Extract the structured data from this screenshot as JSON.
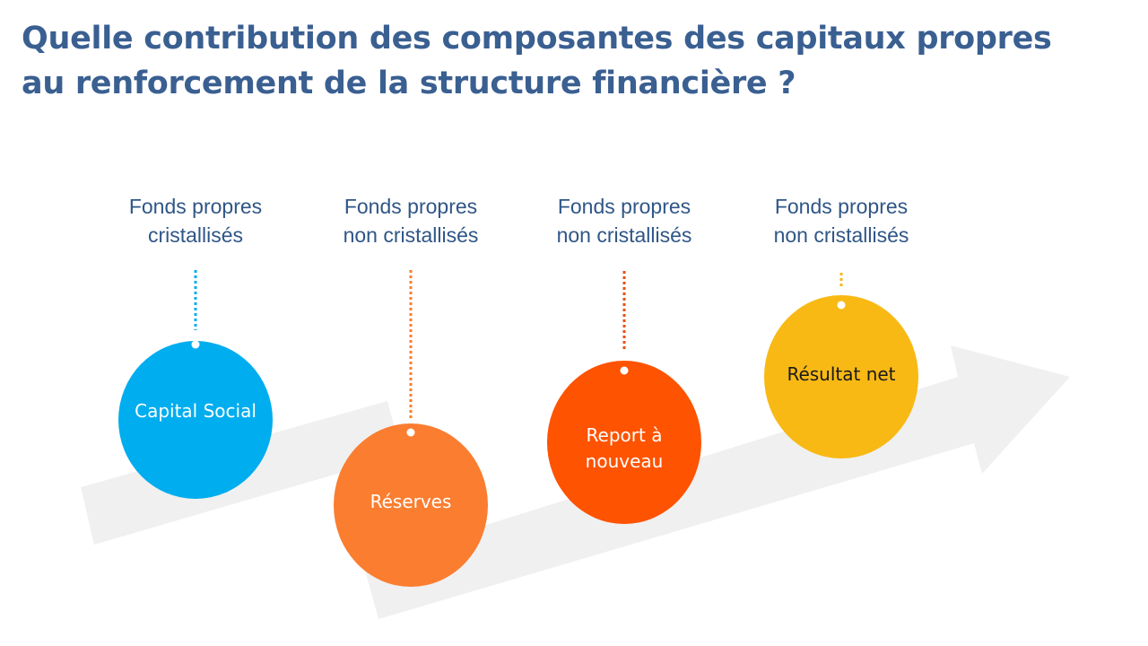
{
  "title": {
    "line1": "Quelle contribution des composantes des capitaux propres",
    "line2": "au renforcement de la structure financière ?"
  },
  "components": [
    {
      "category_line1": "Fonds propres",
      "category_line2": "cristallisés",
      "name_line1": "Capital Social",
      "name_line2": "",
      "color": "#00adef",
      "text_color": "#ffffff"
    },
    {
      "category_line1": "Fonds propres",
      "category_line2": "non cristallisés",
      "name_line1": "Réserves",
      "name_line2": "",
      "color": "#fb7d30",
      "text_color": "#ffffff"
    },
    {
      "category_line1": "Fonds propres",
      "category_line2": "non cristallisés",
      "name_line1": "Report à",
      "name_line2": "nouveau",
      "color": "#fe5300",
      "text_color": "#ffffff"
    },
    {
      "category_line1": "Fonds propres",
      "category_line2": "non cristallisés",
      "name_line1": "Résultat net",
      "name_line2": "",
      "color": "#f8b914",
      "text_color": "#1a1a1a"
    }
  ]
}
